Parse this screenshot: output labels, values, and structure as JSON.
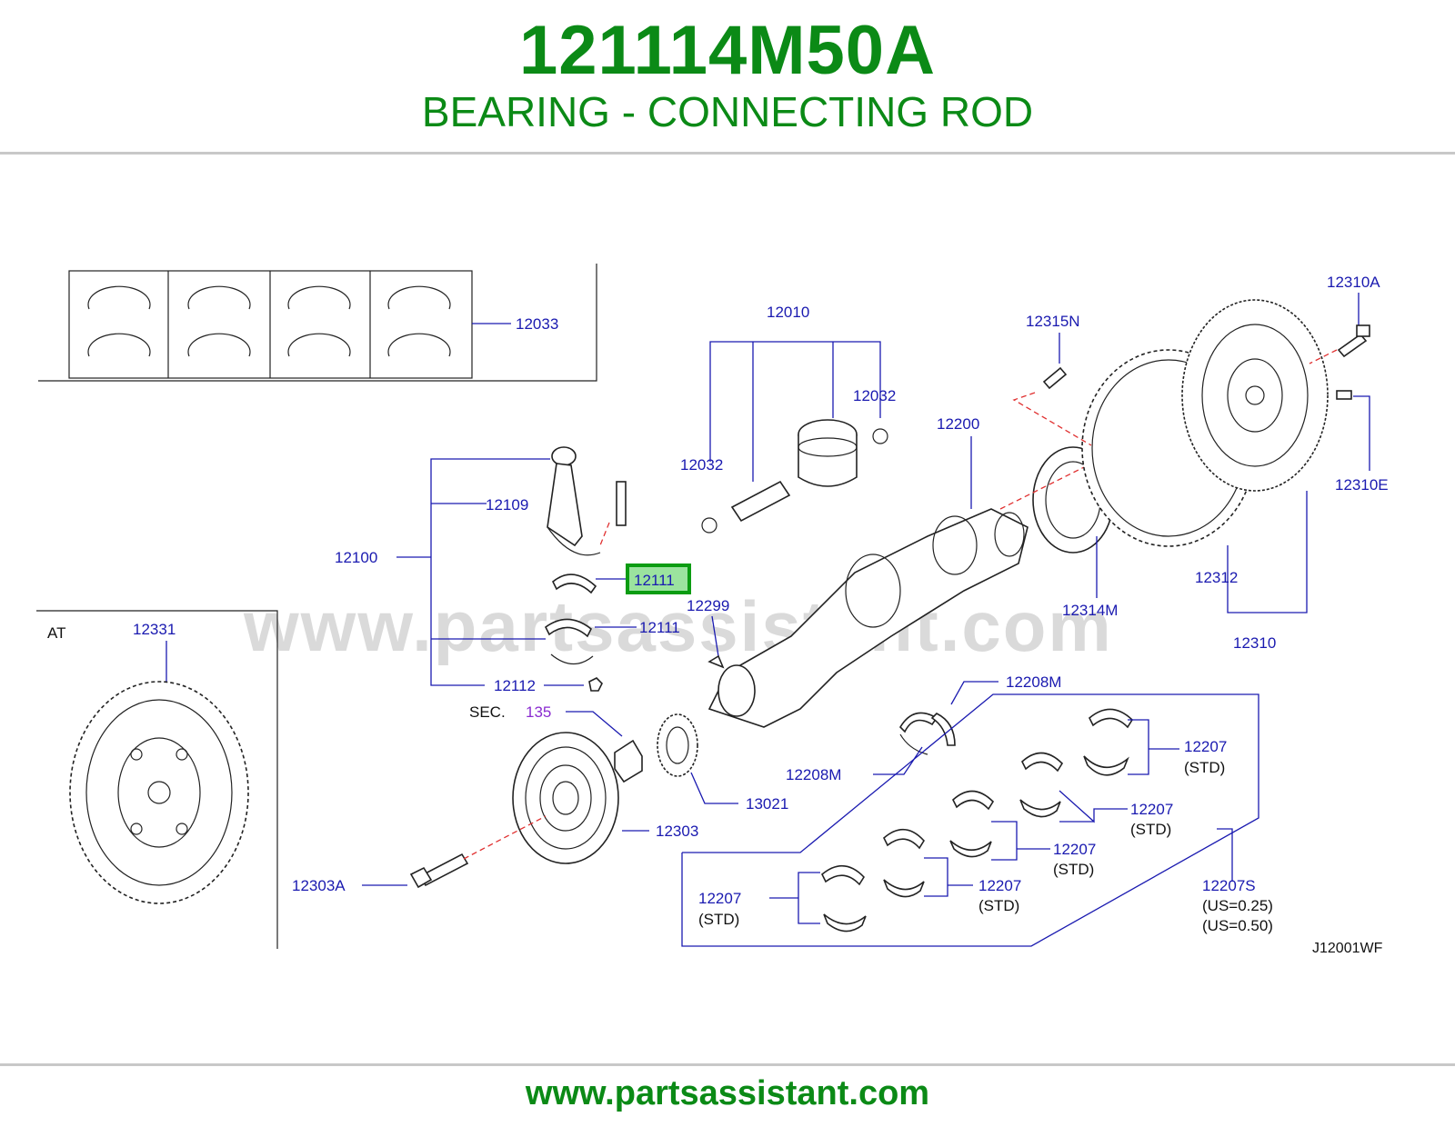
{
  "header": {
    "part_number": "121114M50A",
    "part_name": "BEARING - CONNECTING ROD"
  },
  "diagram": {
    "watermark": "www.partsassistant.com",
    "section_tag": "AT",
    "sec_label": "SEC.",
    "sec_number": "135",
    "diagram_code": "J12001WF",
    "highlighted_part": "12111",
    "callouts": {
      "c12033": "12033",
      "c12010": "12010",
      "c12032a": "12032",
      "c12032b": "12032",
      "c12315N": "12315N",
      "c12310A": "12310A",
      "c12310E": "12310E",
      "c12200": "12200",
      "c12109": "12109",
      "c12100": "12100",
      "c12111a": "12111",
      "c12111b": "12111",
      "c12112": "12112",
      "c12299": "12299",
      "c12314M": "12314M",
      "c12312": "12312",
      "c12310": "12310",
      "c12331": "12331",
      "c12208Ma": "12208M",
      "c12208Mb": "12208M",
      "c12207a": "12207",
      "c12207b": "12207",
      "c12207c": "12207",
      "c12207d": "12207",
      "c12207e": "12207",
      "c12207S": "12207S",
      "c13021": "13021",
      "c12303": "12303",
      "c12303A": "12303A"
    },
    "notes": {
      "std_a": "(STD)",
      "std_b": "(STD)",
      "std_c": "(STD)",
      "std_d": "(STD)",
      "std_e": "(STD)",
      "us025": "(US=0.25)",
      "us050": "(US=0.50)"
    }
  },
  "footer": {
    "url": "www.partsassistant.com"
  }
}
